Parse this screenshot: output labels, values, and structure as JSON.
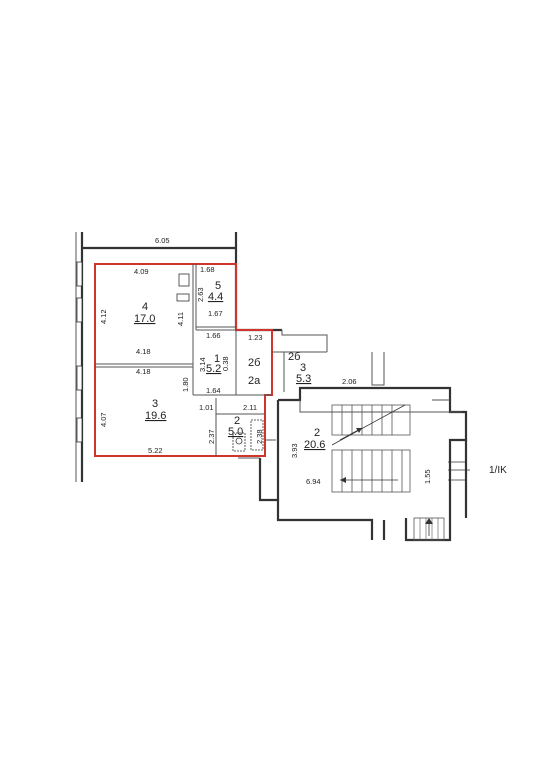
{
  "dimensions": {
    "d605": "6.05",
    "d409": "4.09",
    "d168": "1.68",
    "d412": "4.12",
    "d263": "2.63",
    "d411": "4.11",
    "d167": "1.67",
    "d166": "1.66",
    "d123": "1.23",
    "d418a": "4.18",
    "d418b": "4.18",
    "d314": "3.14",
    "d038": "0.38",
    "d180": "1.80",
    "d164": "1.64",
    "d206": "2.06",
    "d407": "4.07",
    "d101": "1.01",
    "d211": "2.11",
    "d237": "2.37",
    "d238": "2.38",
    "d522": "5.22",
    "d393": "3.93",
    "d694": "6.94",
    "d155": "1.55"
  },
  "rooms": {
    "r4": {
      "num": "4",
      "area": "17.0"
    },
    "r5": {
      "num": "5",
      "area": "4.4"
    },
    "r1": {
      "num": "1",
      "area": "5.2"
    },
    "r3": {
      "num": "3",
      "area": "19.6"
    },
    "r2": {
      "num": "2",
      "area": "5.0"
    },
    "r2a": {
      "num": "2a"
    },
    "r2b": {
      "num": "2б"
    },
    "r2c": {
      "num": "2б"
    },
    "r3b": {
      "num": "3",
      "area": "5.3"
    },
    "r2big": {
      "num": "2",
      "area": "20.6"
    }
  },
  "labels": {
    "entrance": "1/IK"
  },
  "colors": {
    "highlight": "#d0342c",
    "walls": "#333333"
  }
}
